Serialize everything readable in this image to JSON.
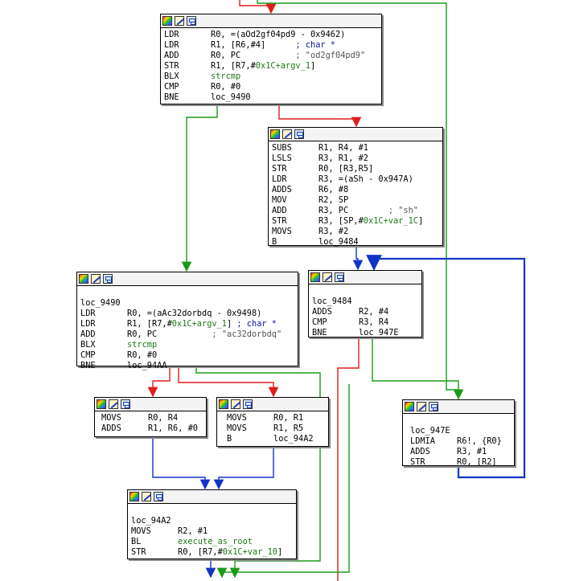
{
  "colors": {
    "edge_true": "#1a9a1a",
    "edge_false": "#e01d1d",
    "edge_uncond": "#1234c8",
    "symbol": "#1c7a14",
    "comment": "#1010a8"
  },
  "blocks": {
    "b1": {
      "lines": [
        {
          "mn": "LDR",
          "ops": "R0, =(aOd2gf04pd9 - 0x9462)",
          "cmt": ""
        },
        {
          "mn": "LDR",
          "ops": "R1, [R6,#4]",
          "cmt": "; char *"
        },
        {
          "mn": "ADD",
          "ops": "R0, PC",
          "cmt": "; \"od2gf04pd9\""
        },
        {
          "mn": "STR",
          "ops": "R1, [R7,#0x1C+argv_1]",
          "cmt": ""
        },
        {
          "mn": "BLX",
          "ops": "strcmp",
          "cmt": ""
        },
        {
          "mn": "CMP",
          "ops": "R0, #0",
          "cmt": ""
        },
        {
          "mn": "BNE",
          "ops": "loc_9490",
          "cmt": ""
        }
      ]
    },
    "b2": {
      "lines": [
        {
          "mn": "SUBS",
          "ops": "R1, R4, #1",
          "cmt": ""
        },
        {
          "mn": "LSLS",
          "ops": "R3, R1, #2",
          "cmt": ""
        },
        {
          "mn": "STR",
          "ops": "R0, [R3,R5]",
          "cmt": ""
        },
        {
          "mn": "LDR",
          "ops": "R3, =(aSh - 0x947A)",
          "cmt": ""
        },
        {
          "mn": "ADDS",
          "ops": "R6, #8",
          "cmt": ""
        },
        {
          "mn": "MOV",
          "ops": "R2, SP",
          "cmt": ""
        },
        {
          "mn": "ADD",
          "ops": "R3, PC",
          "cmt": "; \"sh\""
        },
        {
          "mn": "STR",
          "ops": "R3, [SP,#0x1C+var_1C]",
          "cmt": ""
        },
        {
          "mn": "MOVS",
          "ops": "R3, #2",
          "cmt": ""
        },
        {
          "mn": "B",
          "ops": "loc_9484",
          "cmt": ""
        }
      ]
    },
    "b3": {
      "label": "loc_9490",
      "lines": [
        {
          "mn": "LDR",
          "ops": "R0, =(aAc32dorbdq - 0x9498)",
          "cmt": ""
        },
        {
          "mn": "LDR",
          "ops": "R1, [R7,#0x1C+argv_1]",
          "cmt": "; char *"
        },
        {
          "mn": "ADD",
          "ops": "R0, PC",
          "cmt": "; \"ac32dorbdq\""
        },
        {
          "mn": "BLX",
          "ops": "strcmp",
          "cmt": ""
        },
        {
          "mn": "CMP",
          "ops": "R0, #0",
          "cmt": ""
        },
        {
          "mn": "BNE",
          "ops": "loc_94AA",
          "cmt": ""
        }
      ]
    },
    "b4": {
      "label": "loc_9484",
      "lines": [
        {
          "mn": "ADDS",
          "ops": "R2, #4",
          "cmt": ""
        },
        {
          "mn": "CMP",
          "ops": "R3, R4",
          "cmt": ""
        },
        {
          "mn": "BNE",
          "ops": "loc_947E",
          "cmt": ""
        }
      ]
    },
    "b5": {
      "lines": [
        {
          "mn": "MOVS",
          "ops": "R0, R4",
          "cmt": ""
        },
        {
          "mn": "ADDS",
          "ops": "R1, R6, #0",
          "cmt": ""
        }
      ]
    },
    "b6": {
      "lines": [
        {
          "mn": "MOVS",
          "ops": "R0, R1",
          "cmt": ""
        },
        {
          "mn": "MOVS",
          "ops": "R1, R5",
          "cmt": ""
        },
        {
          "mn": "B",
          "ops": "loc_94A2",
          "cmt": ""
        }
      ]
    },
    "b7": {
      "label": "loc_947E",
      "lines": [
        {
          "mn": "LDMIA",
          "ops": "R6!, {R0}",
          "cmt": ""
        },
        {
          "mn": "ADDS",
          "ops": "R3, #1",
          "cmt": ""
        },
        {
          "mn": "STR",
          "ops": "R0, [R2]",
          "cmt": ""
        }
      ]
    },
    "b8": {
      "label": "loc_94A2",
      "lines": [
        {
          "mn": "MOVS",
          "ops": "R2, #1",
          "cmt": ""
        },
        {
          "mn": "BL",
          "ops": "execute_as_root",
          "cmt": ""
        },
        {
          "mn": "STR",
          "ops": "R0, [R7,#0x1C+var_10]",
          "cmt": ""
        }
      ]
    }
  }
}
